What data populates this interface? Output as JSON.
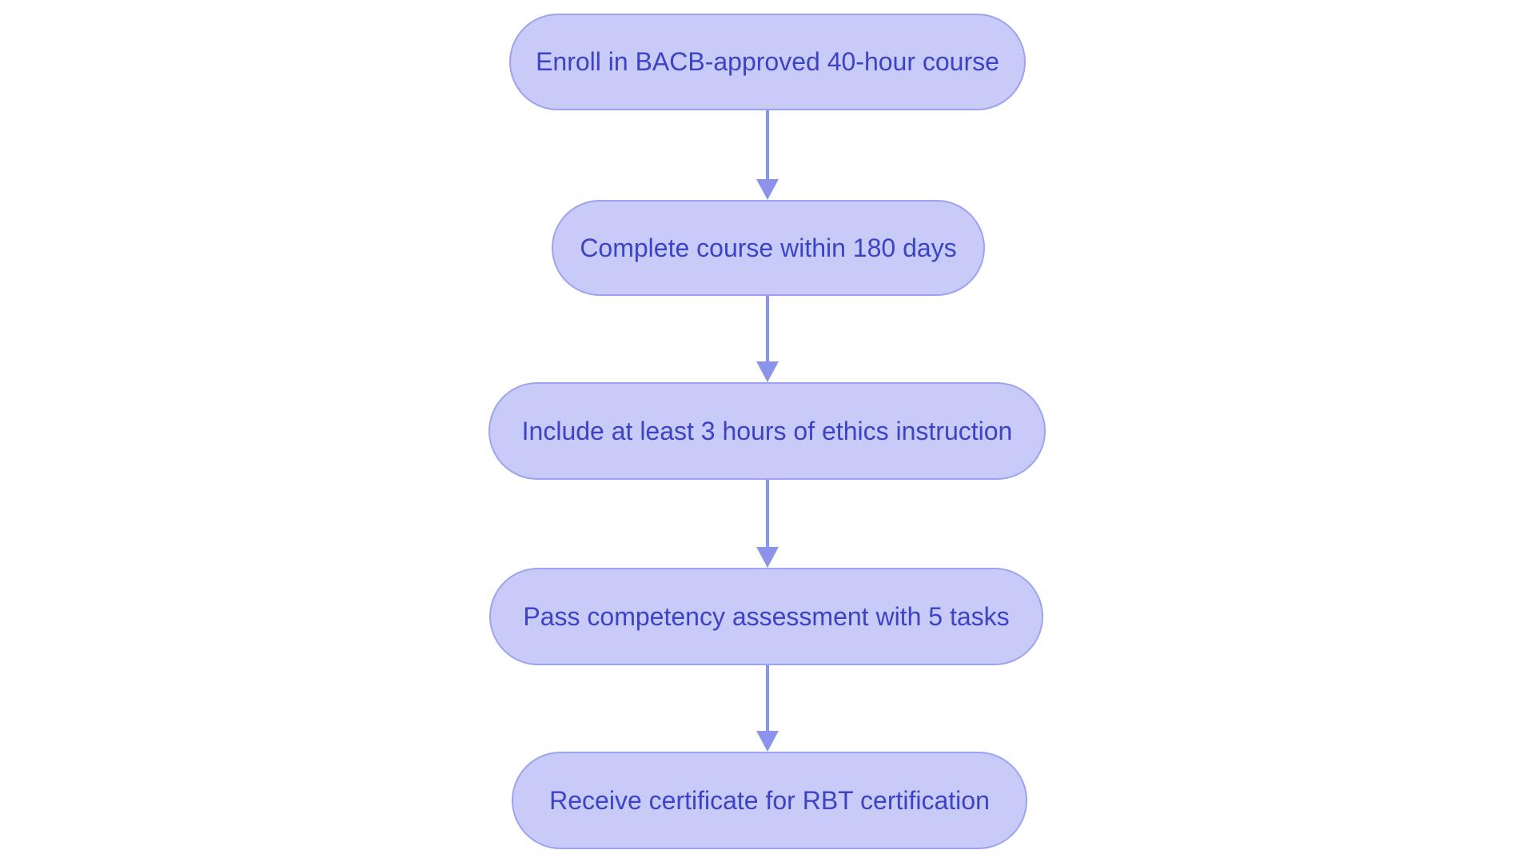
{
  "diagram": {
    "type": "flowchart",
    "direction": "top-down",
    "colors": {
      "background": "#ffffff",
      "node_fill": "#c8caf8",
      "node_border": "#9da4ef",
      "node_text": "#3c43c5",
      "arrow": "#8c94e9"
    },
    "nodes": [
      {
        "label": "Enroll in BACB-approved 40-hour course"
      },
      {
        "label": "Complete course within 180 days"
      },
      {
        "label": "Include at least 3 hours of ethics instruction"
      },
      {
        "label": "Pass competency assessment with 5 tasks"
      },
      {
        "label": "Receive certificate for RBT certification"
      }
    ],
    "edges": [
      {
        "from": 0,
        "to": 1
      },
      {
        "from": 1,
        "to": 2
      },
      {
        "from": 2,
        "to": 3
      },
      {
        "from": 3,
        "to": 4
      }
    ]
  }
}
